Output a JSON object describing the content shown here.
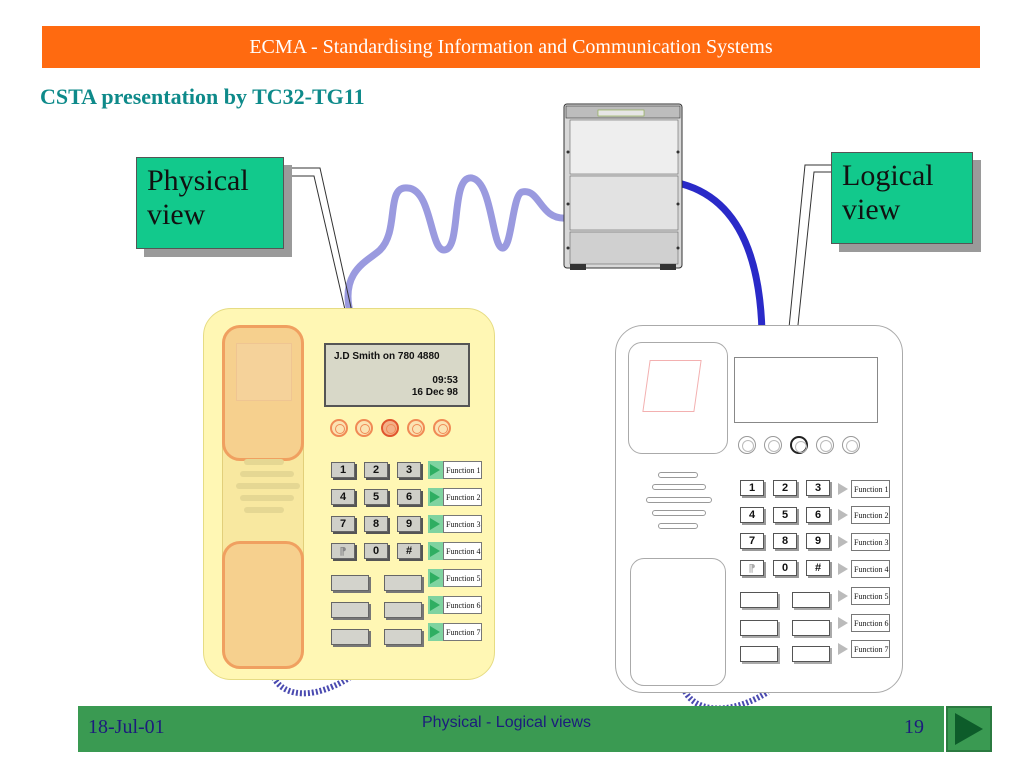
{
  "header": {
    "banner": "ECMA - Standardising Information and Communication Systems",
    "subtitle": "CSTA presentation by TC32-TG11"
  },
  "callouts": {
    "physical": [
      "Physical",
      "view"
    ],
    "logical": [
      "Logical",
      "view"
    ]
  },
  "physical_phone": {
    "display_line1": "J.D Smith on 780 4880",
    "display_time": "09:53",
    "display_date": "16 Dec 98"
  },
  "keypad": [
    "1",
    "2",
    "3",
    "4",
    "5",
    "6",
    "7",
    "8",
    "9",
    "⁋",
    "0",
    "#"
  ],
  "function_keys": [
    "Function 1",
    "Function 2",
    "Function 3",
    "Function 4",
    "Function 5",
    "Function 6",
    "Function 7"
  ],
  "footer": {
    "date": "18-Jul-01",
    "center": "Physical - Logical views",
    "page": "19"
  },
  "icons": {
    "next": "next-slide-icon",
    "server": "switch-server-icon"
  },
  "colors": {
    "banner": "#ff6a10",
    "subtitle": "#0e8a8a",
    "callout": "#12c98c",
    "footer": "#3a9a52",
    "cable_physical": "#9a9adf",
    "cable_logical": "#2a2ac8"
  }
}
